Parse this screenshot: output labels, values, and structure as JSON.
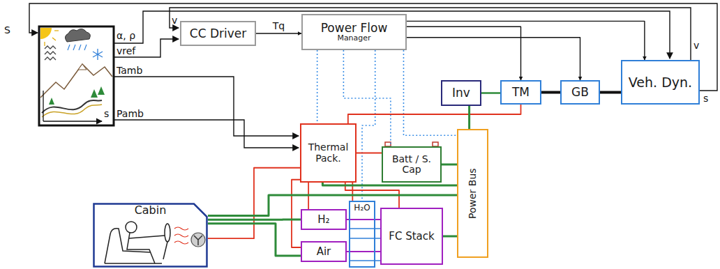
{
  "diagram": {
    "nodes": [
      {
        "text": [
          "CC Driver"
        ]
      },
      {
        "text": [
          "Power Flow",
          "Manager"
        ]
      },
      {
        "text": [
          "Inv"
        ]
      },
      {
        "text": [
          "TM"
        ]
      },
      {
        "text": [
          "GB"
        ]
      },
      {
        "text": [
          "Veh. Dyn."
        ]
      },
      {
        "text": [
          "Thermal Pack."
        ]
      },
      {
        "text": [
          "Batt / S. Cap"
        ]
      },
      {
        "text": [
          "Cabin"
        ]
      },
      {
        "text": [
          "H₂"
        ]
      },
      {
        "text": [
          "H₂O"
        ]
      },
      {
        "text": [
          "FC Stack"
        ]
      },
      {
        "text": [
          "Air"
        ]
      },
      {
        "text": [
          "Power Bus"
        ]
      }
    ],
    "edges": [
      {
        "from": 0,
        "to": 1,
        "arrow": "to",
        "label": "Tq"
      },
      {
        "from": 1,
        "to": 3,
        "arrow": "to"
      },
      {
        "from": 1,
        "to": 4,
        "arrow": "to"
      },
      {
        "from": 1,
        "to": 5,
        "arrow": "to"
      },
      {
        "from": 1,
        "to": 6,
        "arrow": "none"
      },
      {
        "from": 1,
        "to": 7,
        "arrow": "none"
      },
      {
        "from": 1,
        "to": 10,
        "arrow": "none"
      },
      {
        "from": 1,
        "to": 13,
        "arrow": "none"
      },
      {
        "from": 2,
        "to": 3,
        "arrow": "none"
      },
      {
        "from": 3,
        "to": 4,
        "arrow": "none"
      },
      {
        "from": 4,
        "to": 5,
        "arrow": "none"
      },
      {
        "from": 6,
        "to": 3,
        "arrow": "none"
      },
      {
        "from": 6,
        "to": 7,
        "arrow": "none"
      },
      {
        "from": 6,
        "to": 8,
        "arrow": "none"
      },
      {
        "from": 6,
        "to": 9,
        "arrow": "none"
      },
      {
        "from": 6,
        "to": 12,
        "arrow": "none"
      },
      {
        "from": 6,
        "to": 10,
        "arrow": "none"
      },
      {
        "from": 6,
        "to": 11,
        "arrow": "none"
      },
      {
        "from": 2,
        "to": 13,
        "arrow": "none"
      },
      {
        "from": 7,
        "to": 13,
        "arrow": "none"
      },
      {
        "from": 11,
        "to": 13,
        "arrow": "none"
      },
      {
        "from": 6,
        "to": 13,
        "arrow": "none"
      },
      {
        "from": 8,
        "to": 13,
        "arrow": "none"
      },
      {
        "from": 8,
        "to": 9,
        "arrow": "none"
      },
      {
        "from": 8,
        "to": 12,
        "arrow": "none"
      },
      {
        "from": 9,
        "to": 11,
        "arrow": "none"
      },
      {
        "from": 12,
        "to": 11,
        "arrow": "none"
      }
    ],
    "labels": [
      "S",
      "α, ρ",
      "vref",
      "Tamb",
      "Pamb",
      "s",
      "v",
      "v",
      "s"
    ]
  }
}
